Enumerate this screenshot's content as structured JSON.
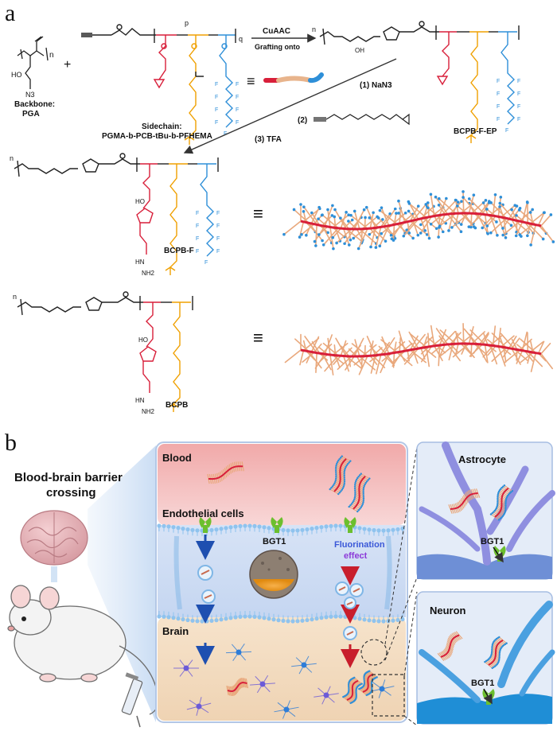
{
  "panel_a": {
    "label": "a",
    "backbone": {
      "n": "n",
      "ho": "HO",
      "n3": "N3",
      "caption_1": "Backbone:",
      "caption_2": "PGA"
    },
    "plus": "+",
    "sidechain": {
      "caption_1": "Sidechain:",
      "caption_2": "PGMA-b-PCB-tBu-b-PFHEMA",
      "p": "p",
      "q": "q"
    },
    "reaction_1": {
      "line_1": "CuAAC",
      "line_2": "Grafting onto"
    },
    "product_ep": {
      "name": "BCPB-F-EP",
      "oh": "OH",
      "n": "n"
    },
    "steps": {
      "s1": "(1) NaN3",
      "s2": "(2)",
      "s3": "(3) TFA"
    },
    "product_f": {
      "name": "BCPB-F",
      "oh": "HO",
      "nh": "HN",
      "nh2": "NH2"
    },
    "product_b": {
      "name": "BCPB",
      "oh": "HO",
      "nh": "HN",
      "nh2": "NH2"
    },
    "equiv": "≡"
  },
  "panel_b": {
    "label": "b",
    "title_1": "Blood-brain barrier",
    "title_2": "crossing",
    "blood": "Blood",
    "endothelial": "Endothelial cells",
    "bgt1": "BGT1",
    "fluorination_1": "Fluorination",
    "fluorination_2": "effect",
    "brain": "Brain",
    "astrocyte": "Astrocyte",
    "astro_bgt1": "BGT1",
    "neuron": "Neuron",
    "neuron_bgt1": "BGT1"
  },
  "colors": {
    "backbone": "#222222",
    "pgma": "#d81f3a",
    "pcb": "#f0a000",
    "pfhema": "#2e8fd8",
    "blood": "#f2b8b8",
    "brain": "#f3dcc0",
    "cell_panel": "#c9d7f2"
  }
}
